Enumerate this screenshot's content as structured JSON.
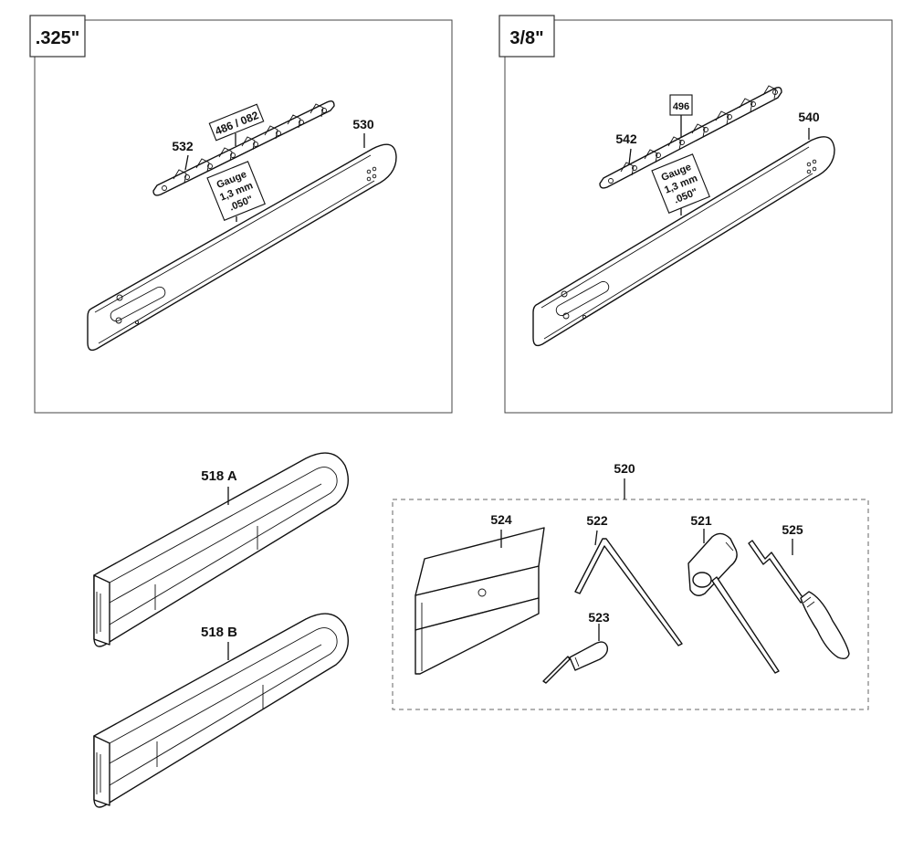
{
  "panels": {
    "left": {
      "pitch": ".325\"",
      "chain_code": "486 / 082",
      "gauge": [
        "Gauge",
        "1,3 mm",
        ".050\""
      ]
    },
    "right": {
      "pitch": "3/8\"",
      "chain_code": "496",
      "gauge": [
        "Gauge",
        "1,3 mm",
        ".050\""
      ]
    }
  },
  "callouts": {
    "p532": "532",
    "p530": "530",
    "p542": "542",
    "p540": "540",
    "p518a": "518 A",
    "p518b": "518 B",
    "p520": "520",
    "p524": "524",
    "p522": "522",
    "p521": "521",
    "p525": "525",
    "p523": "523"
  }
}
